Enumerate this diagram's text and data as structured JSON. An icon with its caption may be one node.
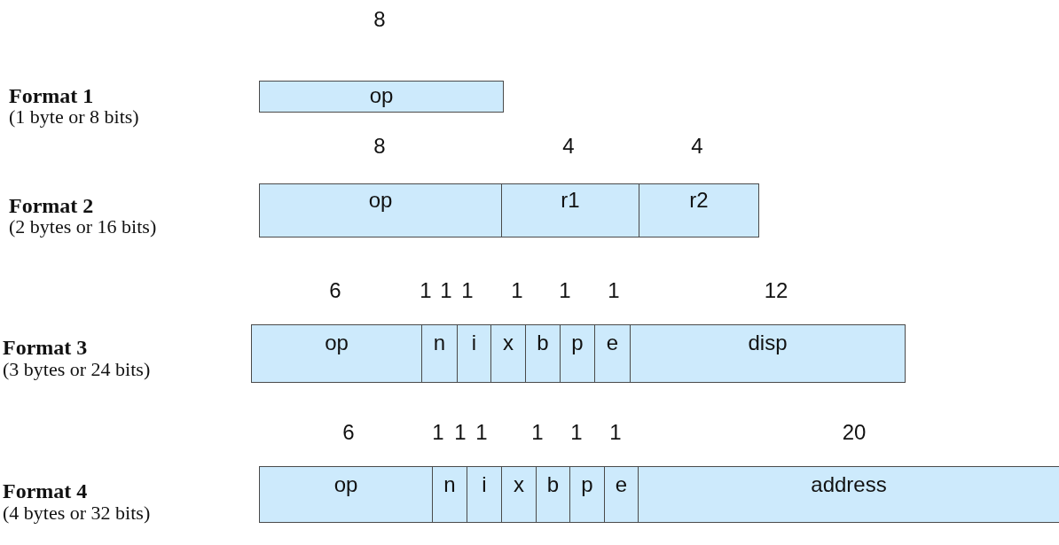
{
  "diagram": {
    "nodes": [
      {
        "text": [
          "op"
        ],
        "beside": [
          "8"
        ]
      },
      {
        "text": [
          "op"
        ],
        "beside": [
          "8"
        ]
      },
      {
        "text": [
          "r1"
        ],
        "beside": [
          "4"
        ]
      },
      {
        "text": [
          "r2"
        ],
        "beside": [
          "4"
        ]
      },
      {
        "text": [
          "op"
        ],
        "beside": [
          "6"
        ]
      },
      {
        "text": [
          "n"
        ],
        "beside": [
          "1"
        ]
      },
      {
        "text": [
          "i"
        ],
        "beside": [
          "1"
        ]
      },
      {
        "text": [
          "x"
        ],
        "beside": [
          "1"
        ]
      },
      {
        "text": [
          "b"
        ],
        "beside": [
          "1"
        ]
      },
      {
        "text": [
          "p"
        ],
        "beside": [
          "1"
        ]
      },
      {
        "text": [
          "e"
        ],
        "beside": [
          "1"
        ]
      },
      {
        "text": [
          "disp"
        ],
        "beside": [
          "12"
        ]
      },
      {
        "text": [
          "op"
        ],
        "beside": [
          "6"
        ]
      },
      {
        "text": [
          "n"
        ],
        "beside": [
          "1"
        ]
      },
      {
        "text": [
          "i"
        ],
        "beside": [
          "1"
        ]
      },
      {
        "text": [
          "x"
        ],
        "beside": [
          "1"
        ]
      },
      {
        "text": [
          "b"
        ],
        "beside": [
          "1"
        ]
      },
      {
        "text": [
          "p"
        ],
        "beside": [
          "1"
        ]
      },
      {
        "text": [
          "e"
        ],
        "beside": [
          "1"
        ]
      },
      {
        "text": [
          "address"
        ],
        "beside": [
          "20"
        ]
      }
    ],
    "edges": [],
    "labels": [
      "Format 1",
      "(1 byte or 8 bits)",
      "Format 2",
      "(2 bytes or 16 bits)",
      "Format 3",
      "(3 bytes or 24 bits)",
      "Format 4",
      "(4 bytes or 32 bits)"
    ]
  }
}
